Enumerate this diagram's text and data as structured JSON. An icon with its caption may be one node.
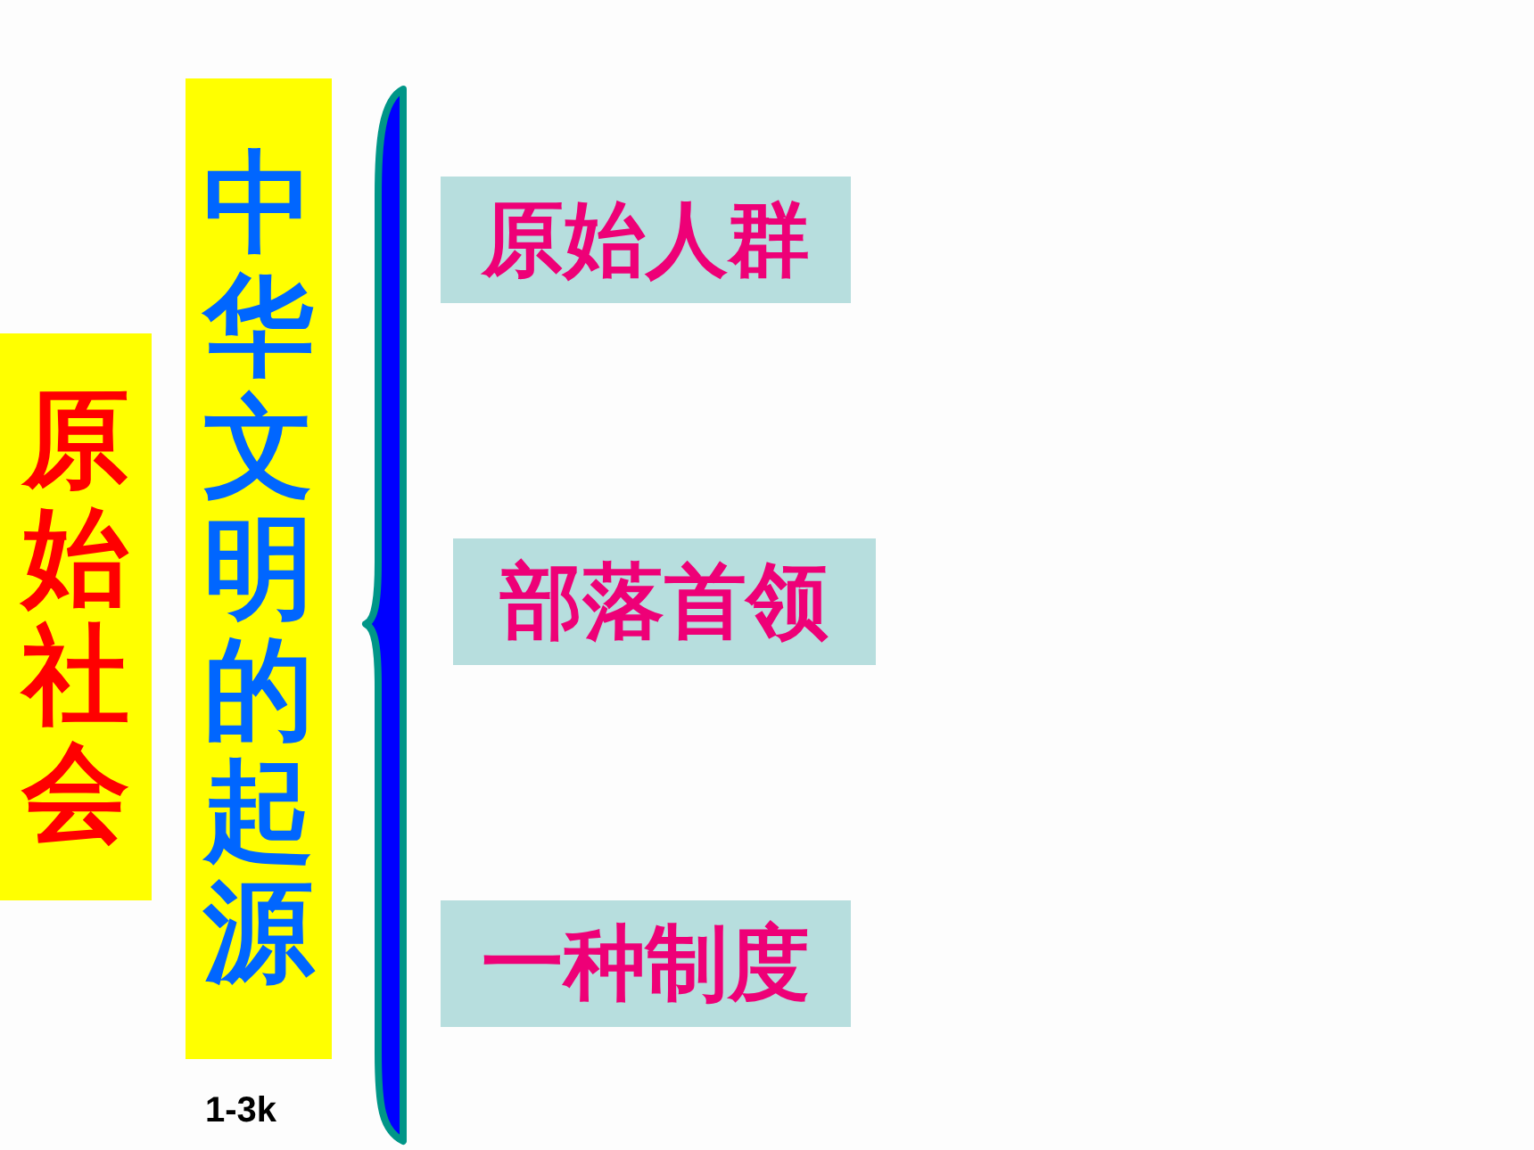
{
  "diagram": {
    "nodes": [
      {
        "text": [
          "原始社会"
        ]
      },
      {
        "text": [
          "中华文明的起源"
        ]
      },
      {
        "text": [
          "原始人群"
        ]
      },
      {
        "text": [
          "部落首领"
        ]
      },
      {
        "text": [
          "一种制度"
        ]
      }
    ],
    "labels": [
      "1-3k"
    ]
  }
}
